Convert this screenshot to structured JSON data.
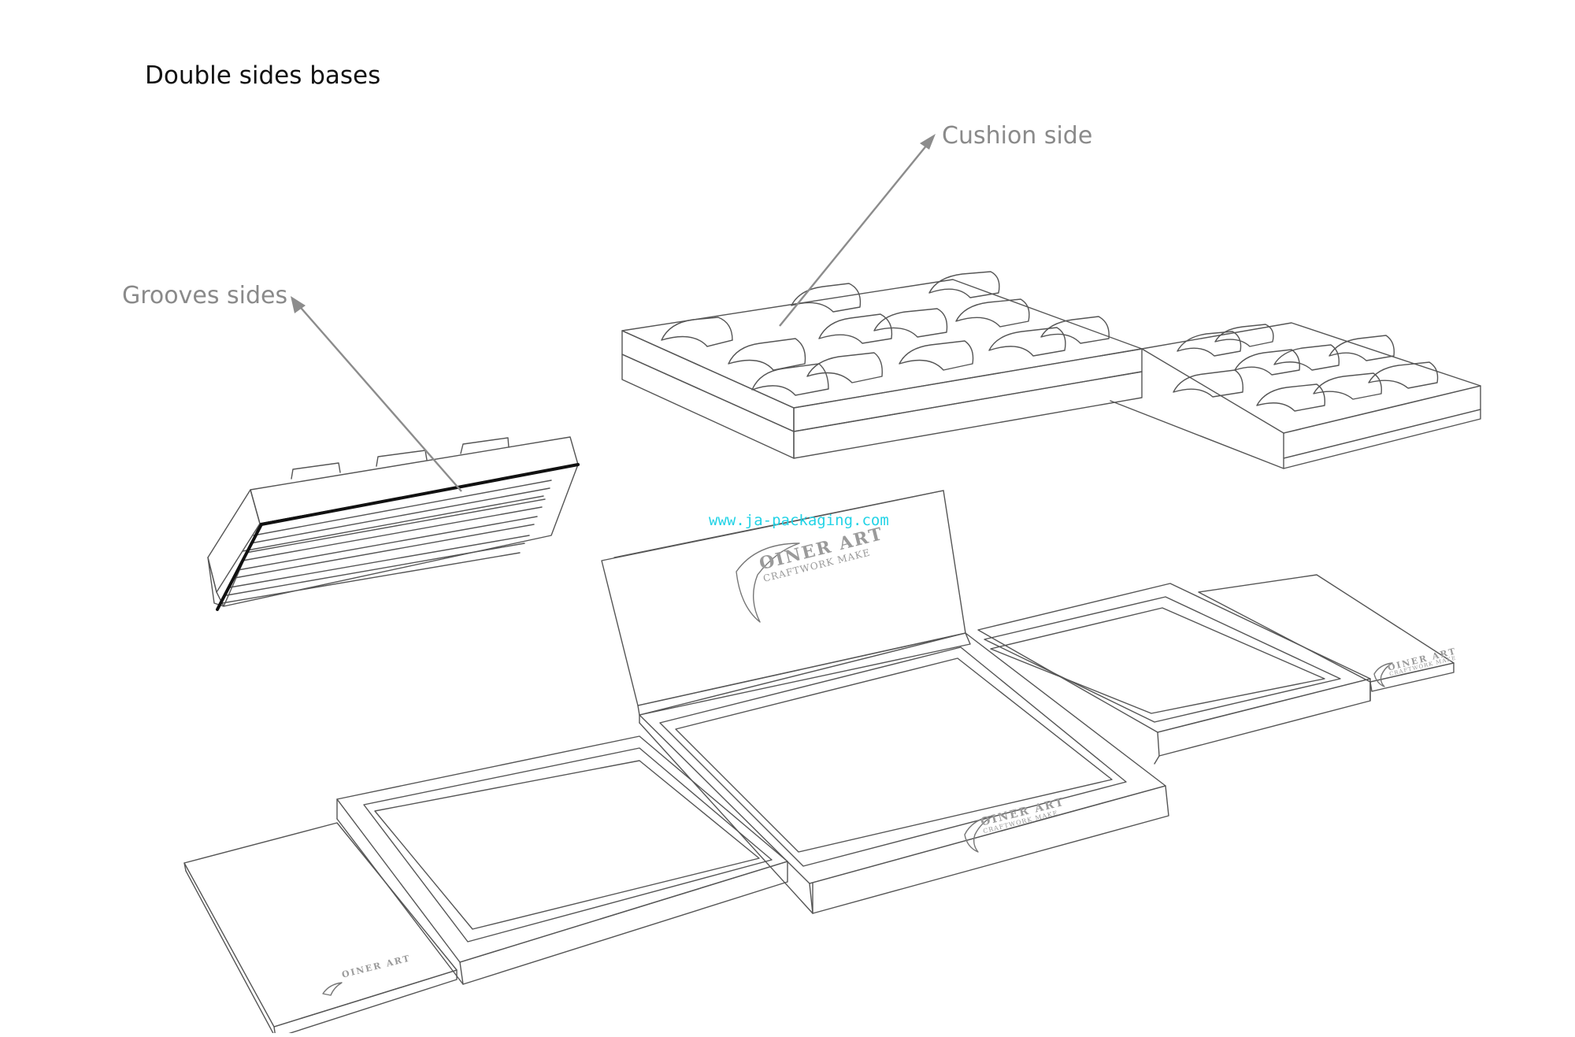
{
  "title": "Double sides bases",
  "labels": {
    "cushion": "Cushion side",
    "grooves": "Grooves sides"
  },
  "watermark": "www.ja-packaging.com",
  "logo": {
    "line1": "OINER ART",
    "line2": "CRAFTWORK MAKE"
  },
  "colors": {
    "ink": "#111111",
    "line": "#555555",
    "label": "#8a8a8a",
    "arrow": "#8c8c8c",
    "watermark": "#22d3e6"
  }
}
